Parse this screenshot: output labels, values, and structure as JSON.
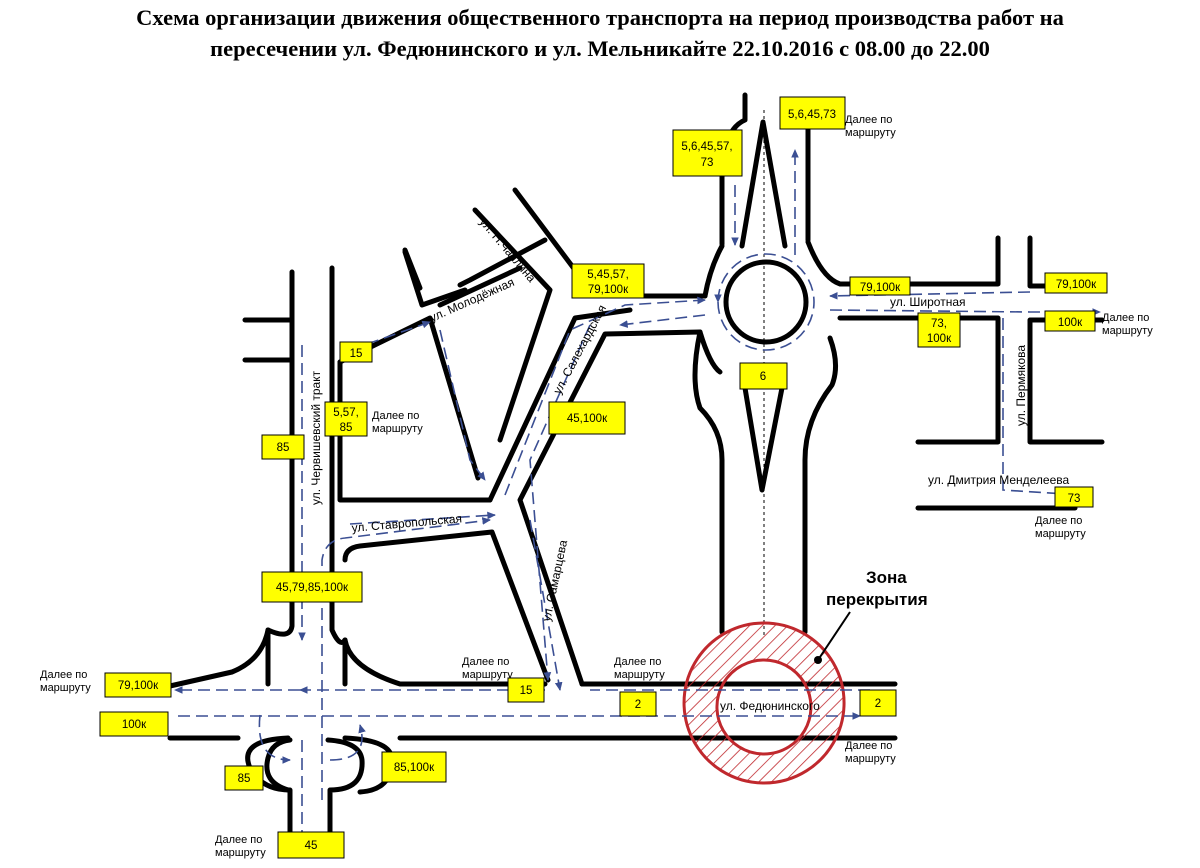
{
  "title": {
    "line1": "Схема организации движения общественного транспорта на период производства работ на",
    "line2": "пересечении ул. Федюнинского и ул. Мельникайте 22.10.2016 с 08.00 до 22.00"
  },
  "streets": {
    "chaplina": "ул. Н.Чаплина",
    "molodezhnaya": "ул. Молодёжная",
    "salekhardskaya": "ул. Салехардская",
    "chervishevsky": "ул. Червишевский тракт",
    "stavropolskaya": "ул. Ставропольская",
    "samartseva": "ул. Самарцева",
    "shirotnaya": "ул. Широтная",
    "permyakova": "ул. Пермякова",
    "mendeleeva": "ул. Дмитрия Менделеева",
    "fedyuninskogo": "ул. Федюнинского"
  },
  "zone": {
    "line1": "Зона",
    "line2": "перекрытия",
    "color": "#c0282d"
  },
  "route_notes": {
    "line1": "Далее по",
    "line2": "маршруту"
  },
  "badges": {
    "b_5_6_45_73": "5,6,45,73",
    "b_5_6_45_57_73_a": "5,6,45,57,",
    "b_5_6_45_57_73_b": "73",
    "b_5_45_57_79_a": "5,45,57,",
    "b_5_45_57_79_b": "79,100к",
    "b_79_100k_shirotnaya": "79,100к",
    "b_79_100k_east": "79,100к",
    "b_100k_east": "100к",
    "b_73_100k_a": "73,",
    "b_73_100k_b": "100к",
    "b_6": "6",
    "b_45_100k": "45,100к",
    "b_15_top": "15",
    "b_5_57_85_a": "5,57,",
    "b_5_57_85_b": "85",
    "b_85_left": "85",
    "b_73_mendeleeva": "73",
    "b_45_79_85_100k": "45,79,85,100к",
    "b_15_bottom": "15",
    "b_79_100k_west": "79,100к",
    "b_100k_west": "100к",
    "b_2_left": "2",
    "b_2_right": "2",
    "b_85_bottom": "85",
    "b_85_100k": "85,100к",
    "b_45_bottom": "45"
  },
  "colors": {
    "badge_fill": "#ffff00",
    "road_line": "#000000",
    "arrow": "#3b4f93"
  }
}
